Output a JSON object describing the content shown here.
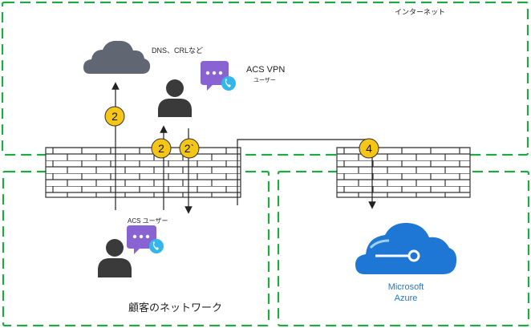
{
  "zones": {
    "internet": "インターネット",
    "customer_network": "顧客のネットワーク"
  },
  "labels": {
    "dns_crl": "DNS、CRLなど",
    "acs_vpn_title": "ACS VPN",
    "acs_vpn_sub": "ユーザー",
    "acs_user": "ACS ユーザー",
    "azure_line1": "Microsoft",
    "azure_line2": "Azure"
  },
  "badges": {
    "dns": "2",
    "vpn_out": "2",
    "vpn_in": "2`",
    "azure": "4"
  },
  "colors": {
    "zone_border": "#22a843",
    "badge_fill": "#f5c518",
    "cloud_gray": "#606773",
    "person_dark": "#3a3a3a",
    "chat_purple": "#8a63d2",
    "phone_blue": "#34b6ec",
    "azure_blue": "#1e77d4"
  },
  "icons": [
    "cloud-icon",
    "person-icon",
    "chat-phone-icon",
    "firewall-icon",
    "azure-cloud-icon"
  ]
}
